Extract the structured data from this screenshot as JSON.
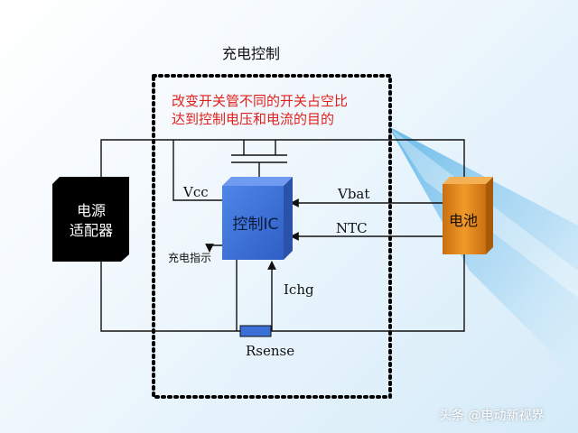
{
  "title": "充电控制",
  "annotation": {
    "line1": "改变开关管不同的开关占空比",
    "line2": "达到控制电压和电流的目的"
  },
  "blocks": {
    "adapter": {
      "line1": "电源",
      "line2": "适配器"
    },
    "ic": "控制IC",
    "battery": "电池"
  },
  "signals": {
    "vcc": "Vcc",
    "vbat": "Vbat",
    "ntc": "NTC",
    "ichg": "Ichg",
    "charge_indicator": "充电指示",
    "rsense": "Rsense"
  },
  "watermark": "头条 @电动新视界",
  "colors": {
    "ic_block": "#3a6fd6",
    "battery_block": "#e08a1e",
    "adapter_block": "#000000",
    "annotation_text": "#e0201c",
    "rsense_block": "#3a6fd6"
  }
}
